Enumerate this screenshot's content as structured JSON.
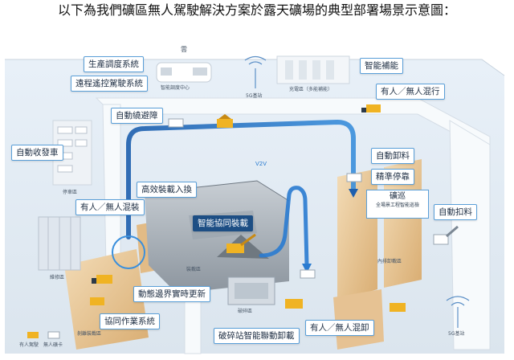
{
  "caption": "以下為我們礦區無人駕駛解決方案於露天礦場的典型部署場景示意圖：",
  "labels": {
    "production_dispatch": "生產調度系統",
    "remote_driving": "遠程遙控駕駛系統",
    "smart_refuel": "智能補能",
    "mixed_traffic_top": "有人／無人混行",
    "auto_obstacle": "自動繞避障",
    "auto_unload": "自動卸料",
    "precise_stop": "精準停靠",
    "patrol_title": "礦巡",
    "patrol_sub": "全場景工程智能巡檢",
    "auto_retract": "自動收發車",
    "efficient_load": "高效裝載入換",
    "mixed_loading": "有人／無人混裝",
    "smart_coop_load": "智能協同裝載",
    "auto_grab": "自動扣料",
    "dynamic_boundary": "動態邊界實時更新",
    "coop_system": "協同作業系統",
    "crusher_unload": "破碎站智能聯動卸載",
    "mixed_unload": "有人／無人混卸"
  },
  "captions_small": {
    "cloud": "雲",
    "control_center": "智能調度中心",
    "base_top": "5G基站",
    "charging": "充電區（多能補能）",
    "parking": "停車區",
    "maintenance": "維修區",
    "loading": "裝載區",
    "dump": "內排卸載區",
    "dump2": "剝離裝載區",
    "crusher": "破碎區",
    "base_bottom": "5G基站",
    "vehicles": "有人駕駛　無人礦卡",
    "v2v": "V2V"
  },
  "colors": {
    "accent": "#1a73c7",
    "label_dark": "#1d4e84",
    "road": "#eef3f8",
    "truck_yellow": "#f0b323",
    "earth": "#e9c99b"
  }
}
